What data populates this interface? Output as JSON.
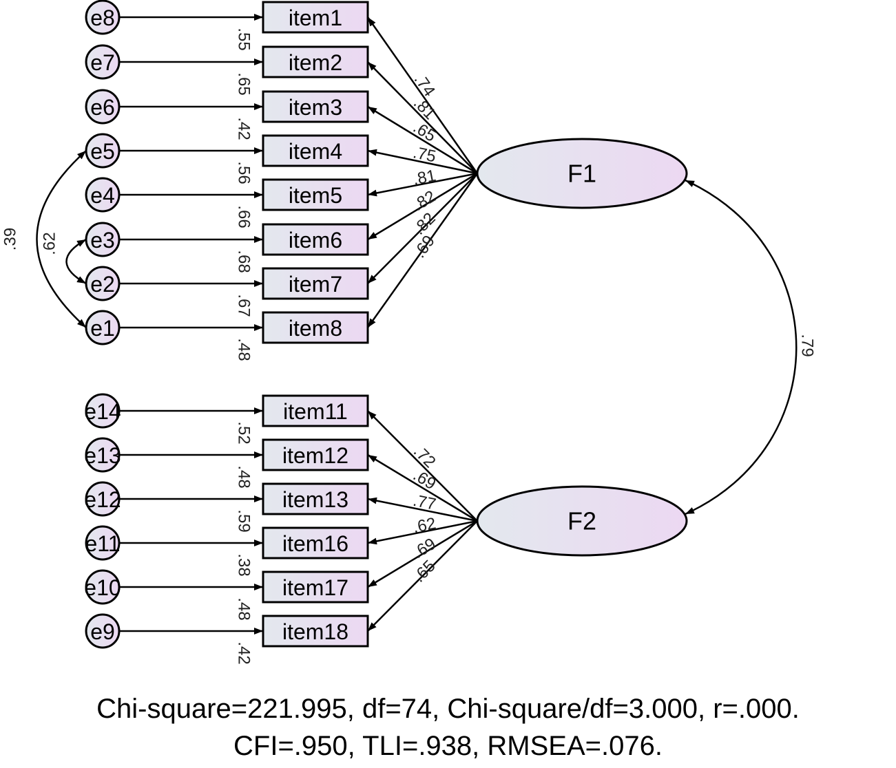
{
  "colors": {
    "stroke": "#000000",
    "fill_start": "#e3e8ee",
    "fill_end": "#ecd8f2",
    "background": "#ffffff"
  },
  "factors": [
    {
      "id": "F1",
      "label": "F1"
    },
    {
      "id": "F2",
      "label": "F2"
    }
  ],
  "indicators": [
    {
      "label": "item1",
      "error": "e8",
      "factor": "F1",
      "loading": ".74",
      "r2": ".55"
    },
    {
      "label": "item2",
      "error": "e7",
      "factor": "F1",
      "loading": ".81",
      "r2": ".65"
    },
    {
      "label": "item3",
      "error": "e6",
      "factor": "F1",
      "loading": ".65",
      "r2": ".42"
    },
    {
      "label": "item4",
      "error": "e5",
      "factor": "F1",
      "loading": ".75",
      "r2": ".56"
    },
    {
      "label": "item5",
      "error": "e4",
      "factor": "F1",
      "loading": ".81",
      "r2": ".66"
    },
    {
      "label": "item6",
      "error": "e3",
      "factor": "F1",
      "loading": ".82",
      "r2": ".68"
    },
    {
      "label": "item7",
      "error": "e2",
      "factor": "F1",
      "loading": ".82",
      "r2": ".67"
    },
    {
      "label": "item8",
      "error": "e1",
      "factor": "F1",
      "loading": ".69",
      "r2": ".48"
    },
    {
      "label": "item11",
      "error": "e14",
      "factor": "F2",
      "loading": ".72",
      "r2": ".52"
    },
    {
      "label": "item12",
      "error": "e13",
      "factor": "F2",
      "loading": ".69",
      "r2": ".48"
    },
    {
      "label": "item13",
      "error": "e12",
      "factor": "F2",
      "loading": ".77",
      "r2": ".59"
    },
    {
      "label": "item16",
      "error": "e11",
      "factor": "F2",
      "loading": ".62",
      "r2": ".38"
    },
    {
      "label": "item17",
      "error": "e10",
      "factor": "F2",
      "loading": ".69",
      "r2": ".48"
    },
    {
      "label": "item18",
      "error": "e9",
      "factor": "F2",
      "loading": ".65",
      "r2": ".42"
    }
  ],
  "covariances": [
    {
      "from": "e5",
      "to": "e1",
      "value": ".39"
    },
    {
      "from": "e3",
      "to": "e2",
      "value": ".62"
    },
    {
      "from": "F1",
      "to": "F2",
      "value": ".79"
    }
  ],
  "fit": {
    "line1": "Chi-square=221.995, df=74, Chi-square/df=3.000, r=.000.",
    "line2": "CFI=.950, TLI=.938, RMSEA=.076."
  }
}
